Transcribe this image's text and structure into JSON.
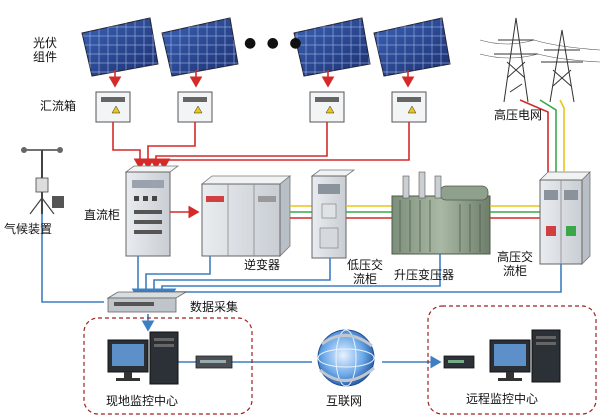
{
  "labels": {
    "pv_modules": "光伏组件",
    "combiner_box": "汇流箱",
    "hv_grid": "高压电网",
    "weather_station": "气候装置",
    "dc_cabinet": "直流柜",
    "inverter": "逆变器",
    "lv_ac_cabinet": "低压交流柜",
    "step_up_transformer": "升压变压器",
    "hv_ac_cabinet": "高压交流柜",
    "data_acquisition": "数据采集",
    "local_monitoring_center": "现地监控中心",
    "internet": "互联网",
    "remote_monitoring_center": "远程监控中心"
  },
  "ellipsis": "● ● ●",
  "colors": {
    "power_line": "#d42a2a",
    "data_line": "#3d7fc1",
    "phase_yellow": "#e8c51a",
    "phase_green": "#3aa84a",
    "dashed_border": "#a02020"
  }
}
